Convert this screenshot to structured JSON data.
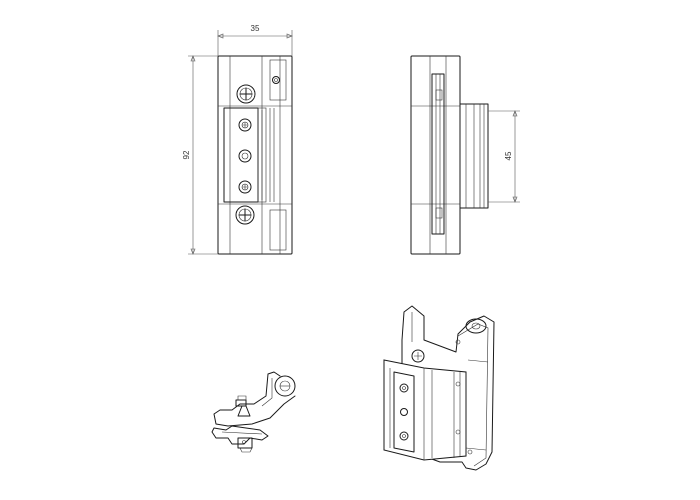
{
  "dimensions": {
    "width_label": "35",
    "height_label": "92",
    "side_height_label": "45"
  },
  "colors": {
    "line": "#1a1a1a",
    "dimension_line": "#555555",
    "background": "#ffffff"
  }
}
